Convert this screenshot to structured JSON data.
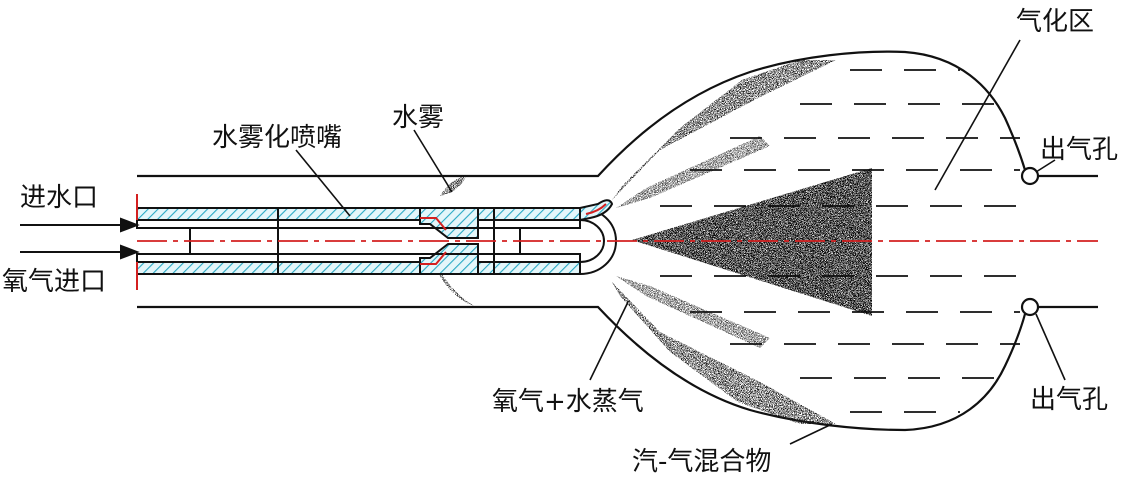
{
  "labels": {
    "water_inlet": "进水口",
    "oxygen_inlet": "氧气进口",
    "atomizing_nozzle": "水雾化喷嘴",
    "water_mist": "水雾",
    "vaporization_zone": "气化区",
    "outlet_upper": "出气孔",
    "outlet_lower": "出气孔",
    "oxygen_steam": "氧气+水蒸气",
    "steam_gas_mixture": "汽-气混合物"
  },
  "colors": {
    "outline": "#111111",
    "centerline": "#d42020",
    "hatch": "#2aa9c4",
    "spray": "#1a1a1a"
  }
}
